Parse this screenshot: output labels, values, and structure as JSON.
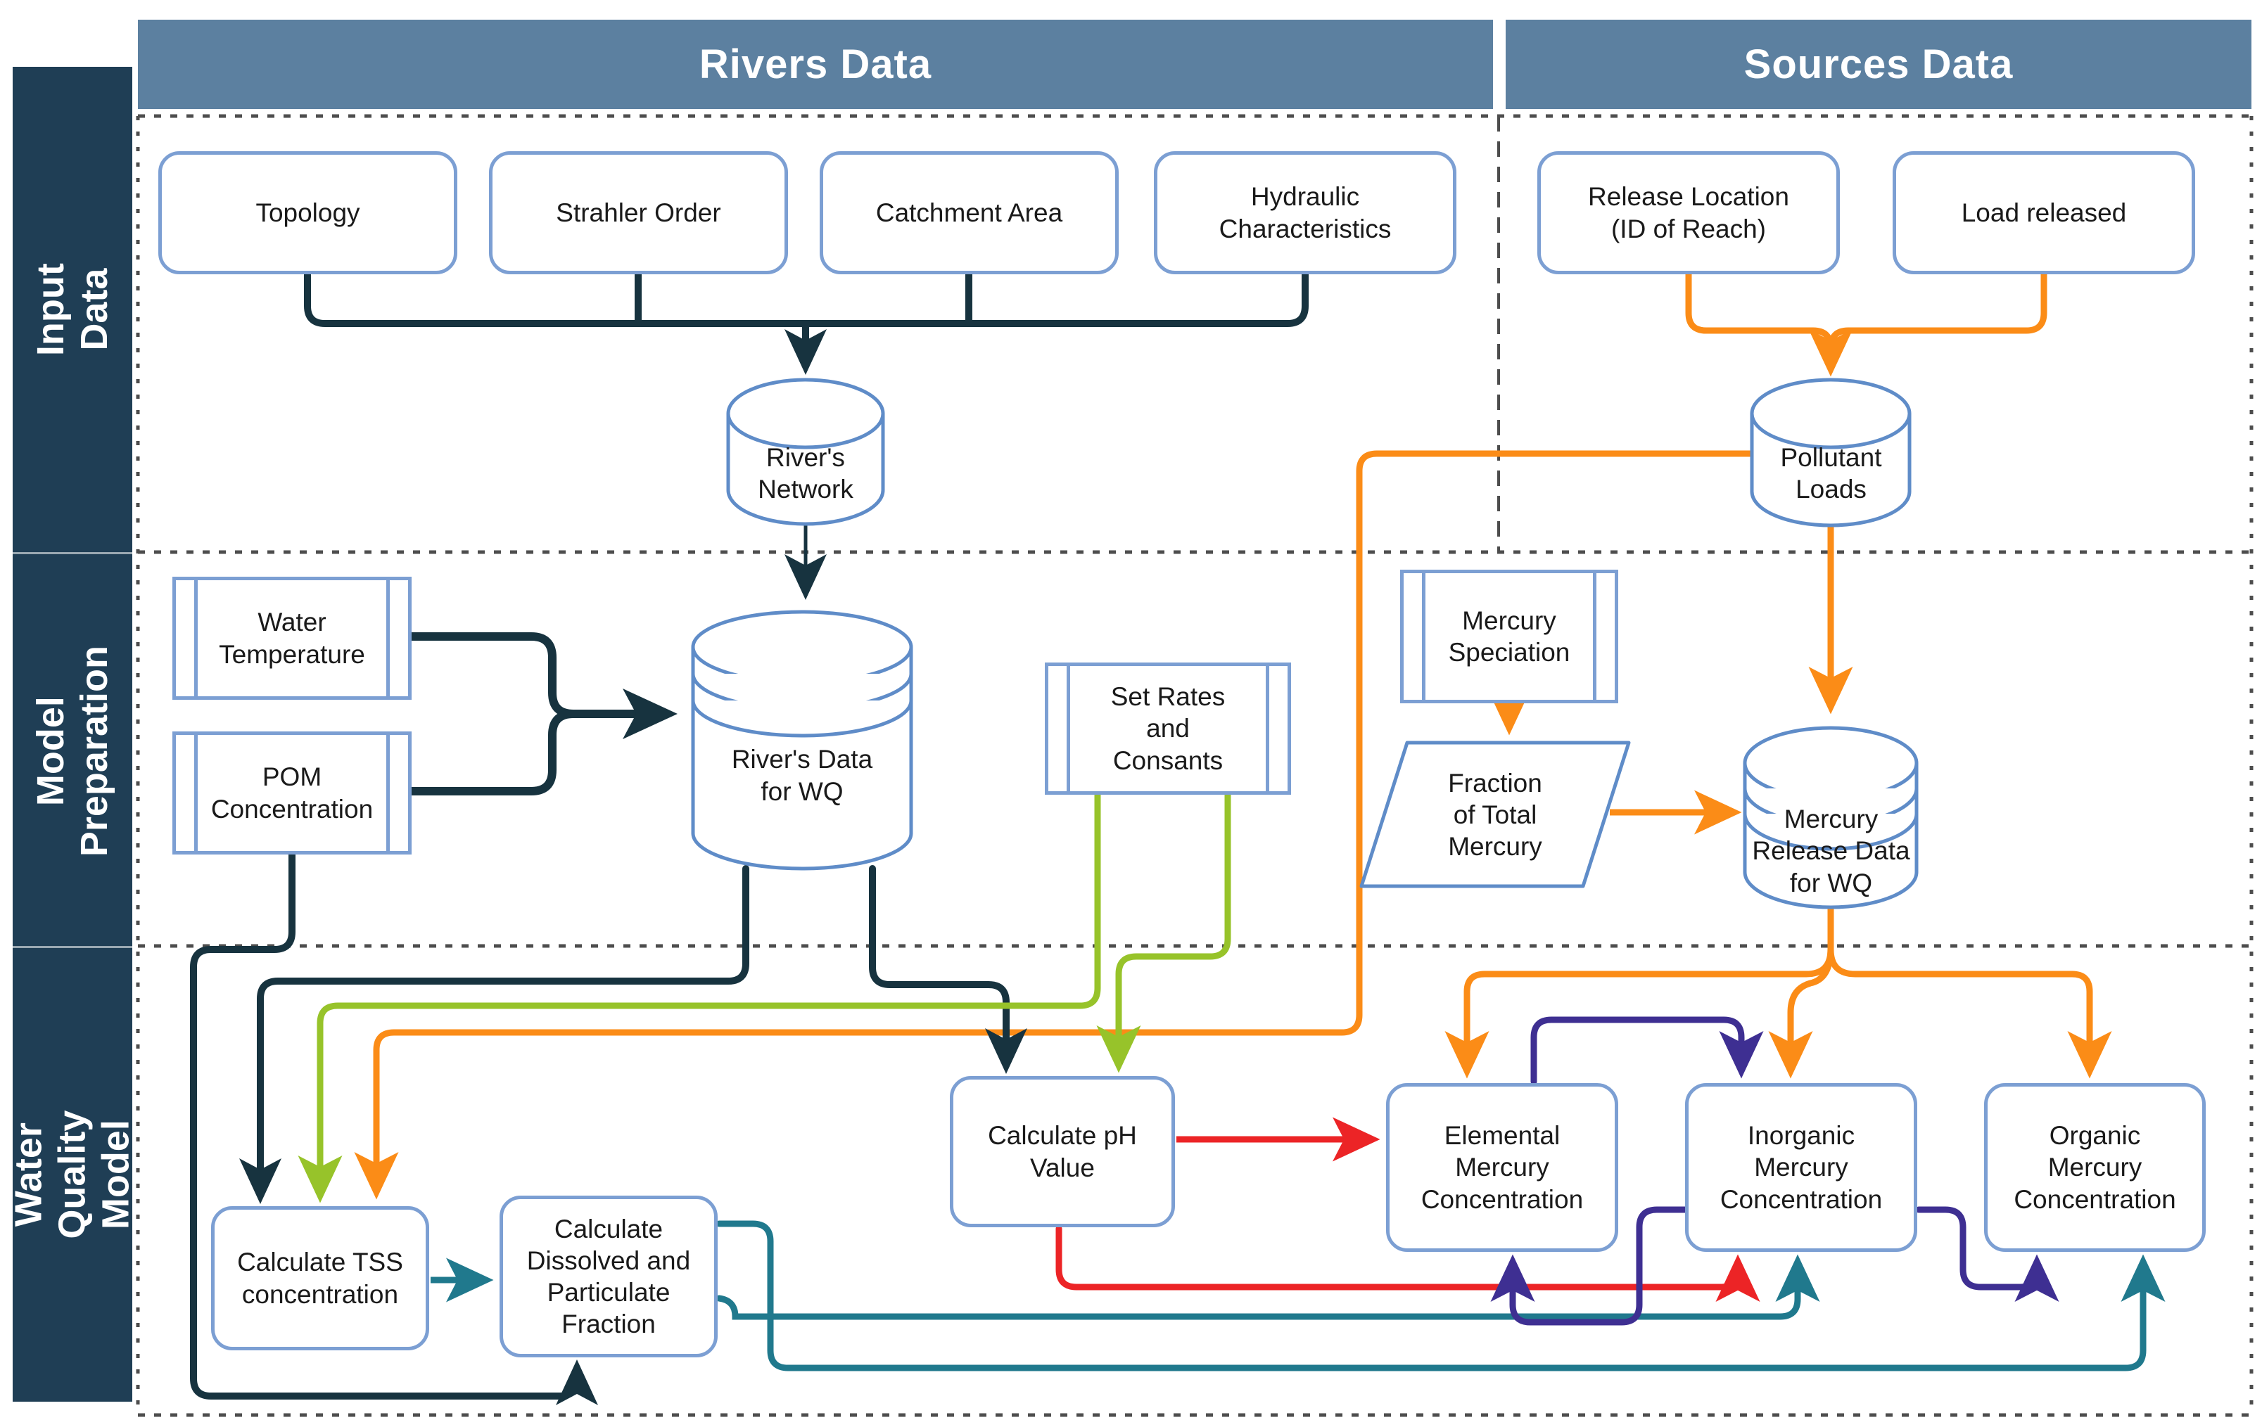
{
  "headers": {
    "rivers": "Rivers Data",
    "sources": "Sources Data"
  },
  "sidebar": {
    "sections": [
      {
        "label": "Input Data"
      },
      {
        "label": "Model\nPreparation"
      },
      {
        "label": "Water Quality\nModel"
      }
    ]
  },
  "nodes": {
    "topology": "Topology",
    "strahler": "Strahler Order",
    "catchment": "Catchment Area",
    "hydraulic": "Hydraulic\nCharacteristics",
    "release_location": "Release Location\n(ID of Reach)",
    "load_released": "Load released",
    "rivers_network": "River's\nNetwork",
    "pollutant_loads": "Pollutant\nLoads",
    "water_temperature": "Water\nTemperature",
    "pom_concentration": "POM\nConcentration",
    "rivers_data_wq": "River's Data\nfor WQ",
    "set_rates": "Set Rates\nand\nConsants",
    "mercury_speciation": "Mercury\nSpeciation",
    "fraction_total_mercury": "Fraction\nof Total\nMercury",
    "mercury_release_wq": "Mercury\nRelease Data\nfor WQ",
    "calc_tss": "Calculate TSS\nconcentration",
    "calc_dissolved": "Calculate\nDissolved and\nParticulate\nFraction",
    "calc_ph": "Calculate pH\nValue",
    "elemental_mercury": "Elemental\nMercury\nConcentration",
    "inorganic_mercury": "Inorganic\nMercury\nConcentration",
    "organic_mercury": "Organic\nMercury\nConcentration"
  },
  "colors": {
    "header": "#5C80A0",
    "sidebar": "#1F3E55",
    "border": "#7C9FD3",
    "cyl": "#5F8CC8",
    "dark": "#17333F",
    "green": "#97C32A",
    "orange": "#FB8C17",
    "red": "#EC2426",
    "teal": "#20798D",
    "indigo": "#3E2F92",
    "dash": "#4D4D4D"
  }
}
